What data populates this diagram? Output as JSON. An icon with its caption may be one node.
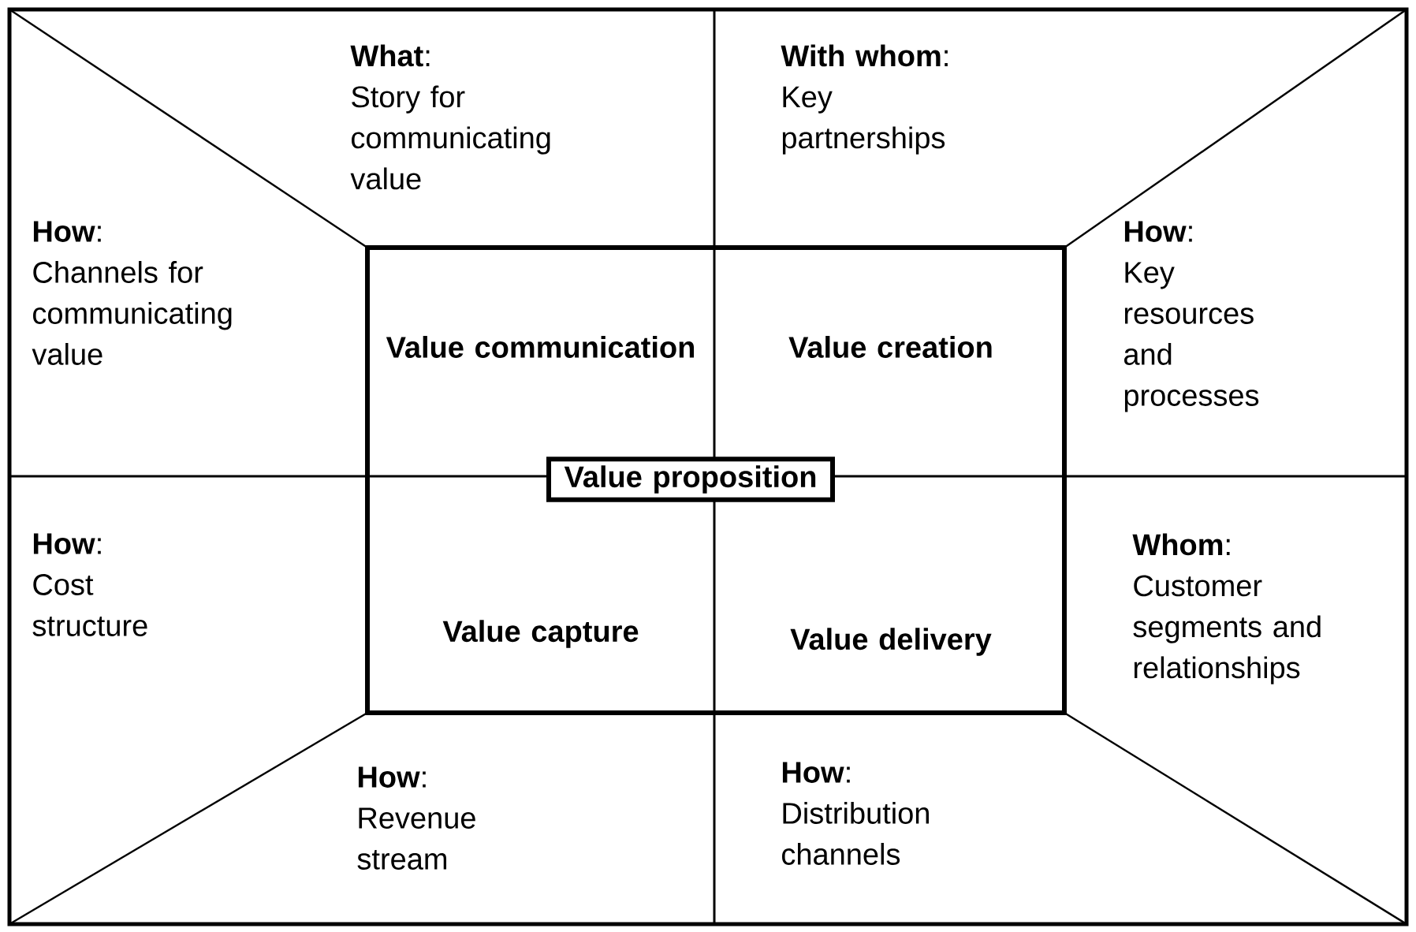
{
  "diagram": {
    "nodes": [
      {
        "text": [
          "**What**:",
          "Story for communicating value"
        ]
      },
      {
        "text": [
          "**With whom**:",
          "Key partnerships"
        ]
      },
      {
        "text": [
          "**How**:",
          "Channels for communicating value"
        ]
      },
      {
        "text": [
          "**How**:",
          "Key resources and processes"
        ]
      },
      {
        "text": [
          "**How**:",
          "Cost structure"
        ]
      },
      {
        "text": [
          "**Whom**:",
          "Customer segments and relationships"
        ]
      },
      {
        "text": [
          "**How**:",
          "Revenue stream"
        ]
      },
      {
        "text": [
          "**How**:",
          "Distribution channels"
        ]
      },
      {
        "text": [
          "Value communication"
        ]
      },
      {
        "text": [
          "Value creation"
        ]
      },
      {
        "text": [
          "Value capture"
        ]
      },
      {
        "text": [
          "Value delivery"
        ]
      },
      {
        "text": [
          "Value proposition"
        ]
      }
    ]
  }
}
